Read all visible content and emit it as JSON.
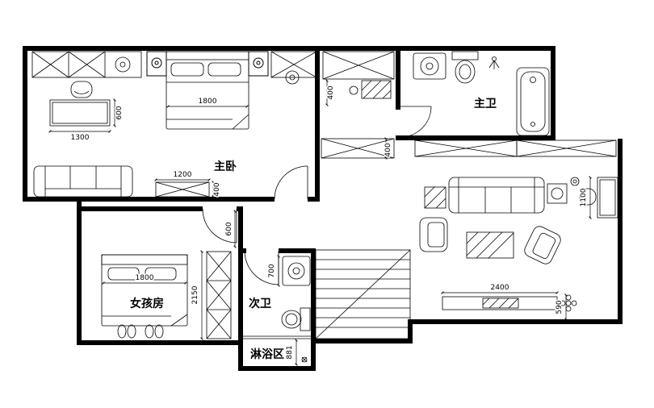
{
  "colors": {
    "background": "#ffffff",
    "line": "#000000"
  },
  "rooms": {
    "master_bedroom": "主卧",
    "master_bath": "主卫",
    "girls_room": "女孩房",
    "second_bath": "次卫",
    "shower_area": "淋浴区"
  },
  "dims": {
    "bedroom_desk_width": "1300",
    "bedroom_desk_depth": "600",
    "master_bed_width": "1800",
    "bedroom_dresser_width": "1200",
    "bedroom_dresser_depth": "400",
    "hall_cabinet_depth": "400",
    "living_beam_width": "400",
    "hall_door_width": "600",
    "girls_bed_width": "1800",
    "girls_wardrobe_length": "2150",
    "bath_vanity_width": "700",
    "shower_width": "881",
    "tv_wall_width": "2400",
    "tv_side_depth": "590",
    "study_desk_length": "1100"
  }
}
